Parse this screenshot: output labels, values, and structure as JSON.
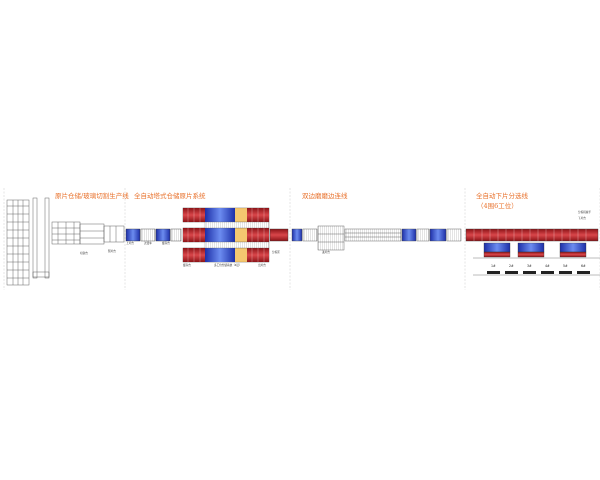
{
  "sections": [
    {
      "title": "原片仓储/玻璃切割生产线"
    },
    {
      "title": "全自动塔式仓储原片系统"
    },
    {
      "title": "双边磨磨边连线"
    },
    {
      "title": "全自动下片分选线",
      "subtitle": "（4围6工位）"
    }
  ],
  "labels": {
    "cut_table": "切割台",
    "break_table": "掰片台",
    "loading_station": "上片台",
    "transfer_car": "过渡车",
    "buffer_a": "缓存台",
    "buffer_b": "缓存台",
    "tower_storage": "多工位仓储系统（4层）",
    "exit_station": "出片台",
    "right_note": "分拣区",
    "edge_in": "进片台",
    "sort_note_1": "分拣机械手",
    "sort_note_2": "下片台"
  },
  "stations": [
    "1#",
    "2#",
    "3#",
    "4#",
    "5#",
    "6#"
  ],
  "colors": {
    "title": "#e8702a",
    "line": "#555555",
    "blue": "#2f49c8",
    "red": "#b81f24",
    "yellow": "#f0b440",
    "separator": "#cccccc"
  }
}
